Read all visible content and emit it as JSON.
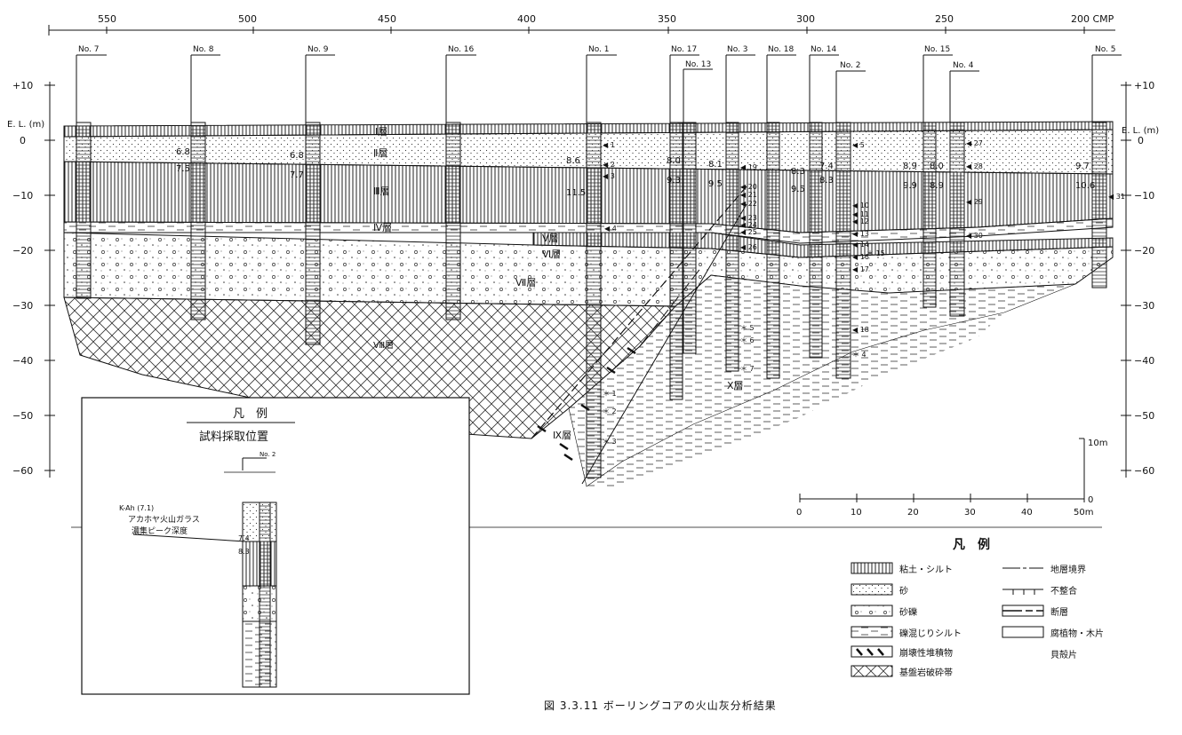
{
  "scale": {
    "top_ticks": [
      "550",
      "500",
      "450",
      "400",
      "350",
      "300",
      "250",
      "200 CMP"
    ],
    "depth_unit": "E. L. (m)",
    "left_depths": [
      "+10",
      "0",
      "−10",
      "−20",
      "−30",
      "−40",
      "−50",
      "−60"
    ],
    "right_depths": [
      "+10",
      "0",
      "−10",
      "−20",
      "−30",
      "−40",
      "−50",
      "−60"
    ]
  },
  "boreholes": [
    "No. 7",
    "No. 8",
    "No. 9",
    "No. 16",
    "No. 1",
    "No. 17",
    "No. 13",
    "No. 3",
    "No. 18",
    "No. 14",
    "No. 2",
    "No. 15",
    "No. 4",
    "No. 5"
  ],
  "layers": {
    "l1": "Ⅰ層",
    "l2": "Ⅱ層",
    "l3": "Ⅲ層",
    "l4": "Ⅳ層",
    "l5": "Ⅴ層",
    "l6": "Ⅵ層",
    "l7": "Ⅶ層",
    "l8": "Ⅷ層",
    "l9": "Ⅸ層",
    "l10": "Ⅹ層"
  },
  "depth_values": [
    "6.8",
    "7.5",
    "6.8",
    "7.7",
    "8.6",
    "11.5",
    "8.0",
    "9.3",
    "8.1",
    "9.5",
    "8.3",
    "9.5",
    "7.4",
    "8.3",
    "8.9",
    "9.9",
    "8.0",
    "8.9",
    "9.7",
    "10.6"
  ],
  "sample_marks": [
    "◀ 1",
    "◀ 2",
    "◀ 3",
    "◀ 4",
    "◀ 5",
    "◀ 19",
    "◀ 20",
    "◀ 21",
    "◀ 22",
    "◀ 23",
    "◀ 24",
    "◀ 25",
    "◀ 26",
    "◀ 27",
    "◀ 28",
    "◀ 29",
    "◀ 30",
    "◀ 31",
    "◀ 10",
    "◀ 11",
    "◀ 12",
    "◀ 13",
    "◀ 14",
    "◀ 16",
    "◀ 17",
    "◀ 18",
    "＊ 1",
    "＊ 2",
    "＊ 3",
    "＊ 4",
    "＊ 5",
    "＊ 6",
    "＊ 7",
    "＊ 15"
  ],
  "scale_bar": {
    "vertical": [
      "10m",
      "0"
    ],
    "horizontal": [
      "0",
      "10",
      "20",
      "30",
      "40",
      "50m"
    ]
  },
  "inset": {
    "title": "凡　例",
    "subtitle": "試料採取位置",
    "borehole": "No. 2",
    "kah": "K-Ah (7.1)",
    "note1": "アカホヤ火山ガラス",
    "note2": "濃集ピーク深度",
    "values": [
      "7.4",
      "8.3"
    ]
  },
  "legend": {
    "title": "凡　例",
    "items": [
      "粘土・シルト",
      "砂",
      "砂礫",
      "礫混じりシルト",
      "崩壊性堆積物",
      "基盤岩破砕帯"
    ],
    "lines": [
      "地層境界",
      "不整合",
      "断層",
      "腐植物・木片",
      "貝殻片"
    ]
  },
  "caption": "図 3.3.11 ボーリングコアの火山灰分析結果"
}
